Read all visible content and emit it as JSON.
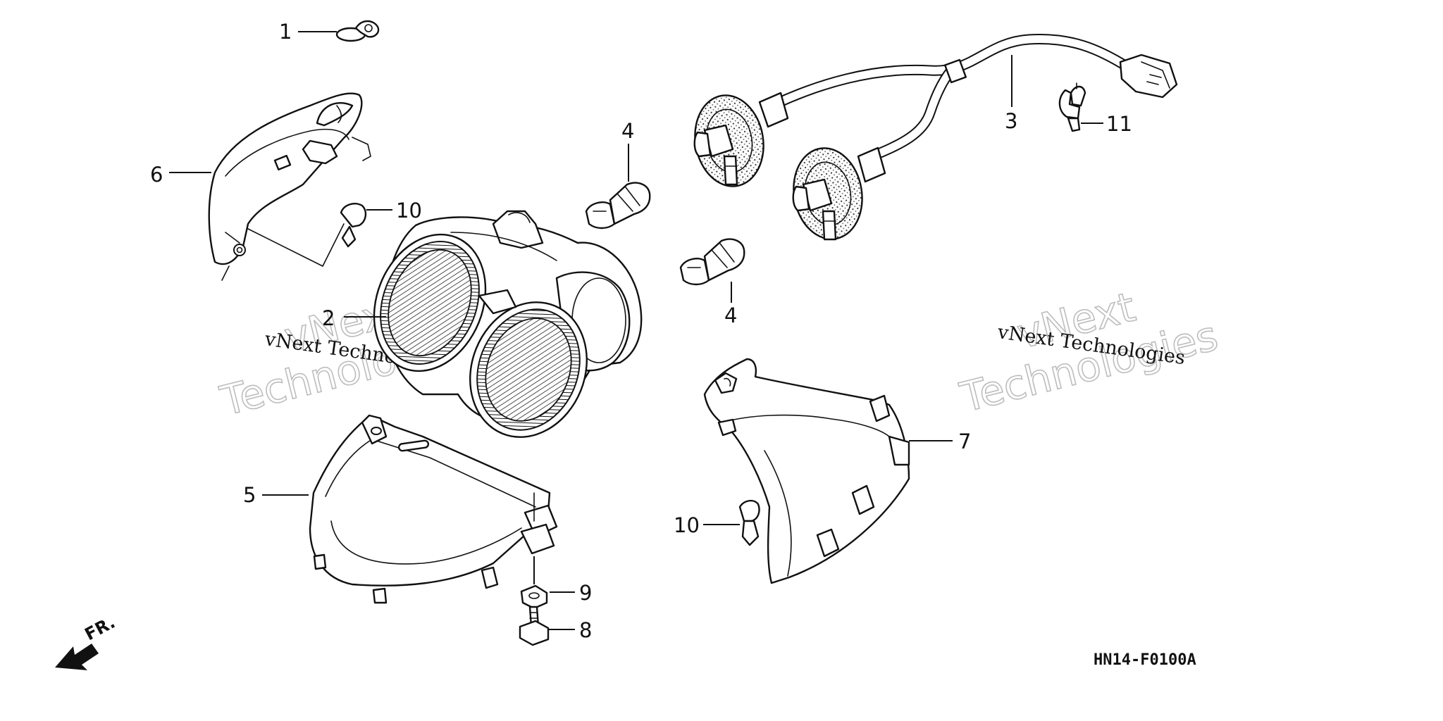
{
  "diagram_code": "HN14-F0100A",
  "direction_label": "FR.",
  "watermark": {
    "line1": "vNext",
    "line2": "Technologies",
    "caption": "vNext Technologies"
  },
  "callouts": [
    {
      "id": "c1",
      "label": "1"
    },
    {
      "id": "c2",
      "label": "2"
    },
    {
      "id": "c3",
      "label": "3"
    },
    {
      "id": "c4a",
      "label": "4"
    },
    {
      "id": "c4b",
      "label": "4"
    },
    {
      "id": "c5",
      "label": "5"
    },
    {
      "id": "c6",
      "label": "6"
    },
    {
      "id": "c7",
      "label": "7"
    },
    {
      "id": "c8",
      "label": "8"
    },
    {
      "id": "c9",
      "label": "9"
    },
    {
      "id": "c10a",
      "label": "10"
    },
    {
      "id": "c10b",
      "label": "10"
    },
    {
      "id": "c11",
      "label": "11"
    }
  ]
}
